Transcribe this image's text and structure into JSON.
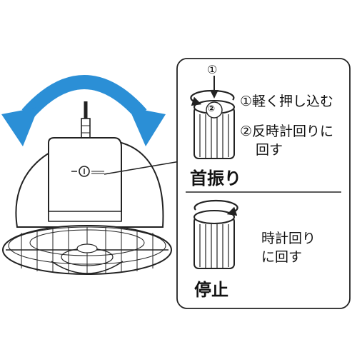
{
  "colors": {
    "arrow": "#2b8fd6",
    "outline": "#222222",
    "background": "#ffffff"
  },
  "icons": {
    "swing_arrow": "curved-double-arrow-icon",
    "rotate_ccw": "counterclockwise-arrow-icon",
    "rotate_cw": "clockwise-arrow-icon",
    "press_down": "down-arrow-icon"
  },
  "swing": {
    "marker": "①",
    "inner_marker": "②",
    "step1": "①軽く押し込む",
    "step2_line1": "②反時計回りに",
    "step2_line2": "回す",
    "title": "首振り"
  },
  "stop": {
    "step_line1": "時計回り",
    "step_line2": "に回す",
    "title": "停止"
  }
}
